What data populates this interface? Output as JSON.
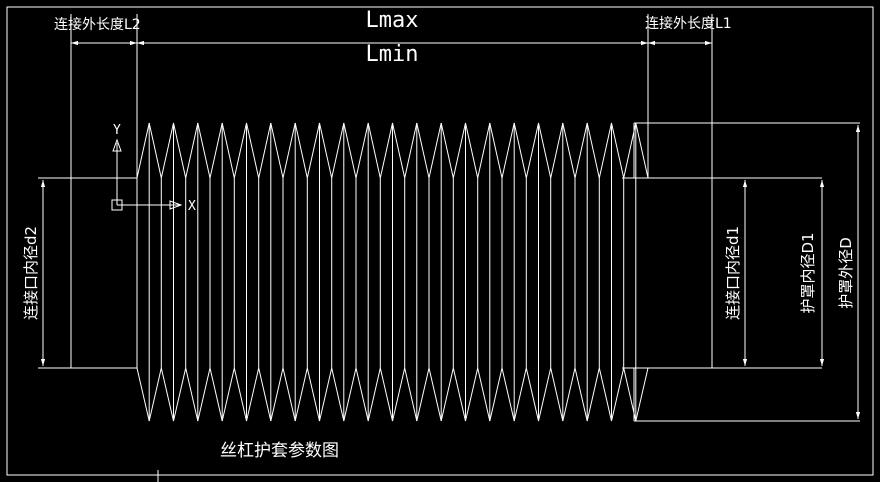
{
  "title": "丝杠护套参数图",
  "labels": {
    "lmax": "Lmax",
    "lmin": "Lmin",
    "l2": "连接外长度L2",
    "l1": "连接外长度L1",
    "d2": "连接口内径d2",
    "d1": "连接口内径d1",
    "D1": "护罩内径D1",
    "D": "护罩外径D"
  },
  "ucs": {
    "y": "Y",
    "x": "X"
  },
  "bellows": {
    "folds": 21
  },
  "colors": {
    "background": "#000000",
    "lines": "#ffffff"
  }
}
